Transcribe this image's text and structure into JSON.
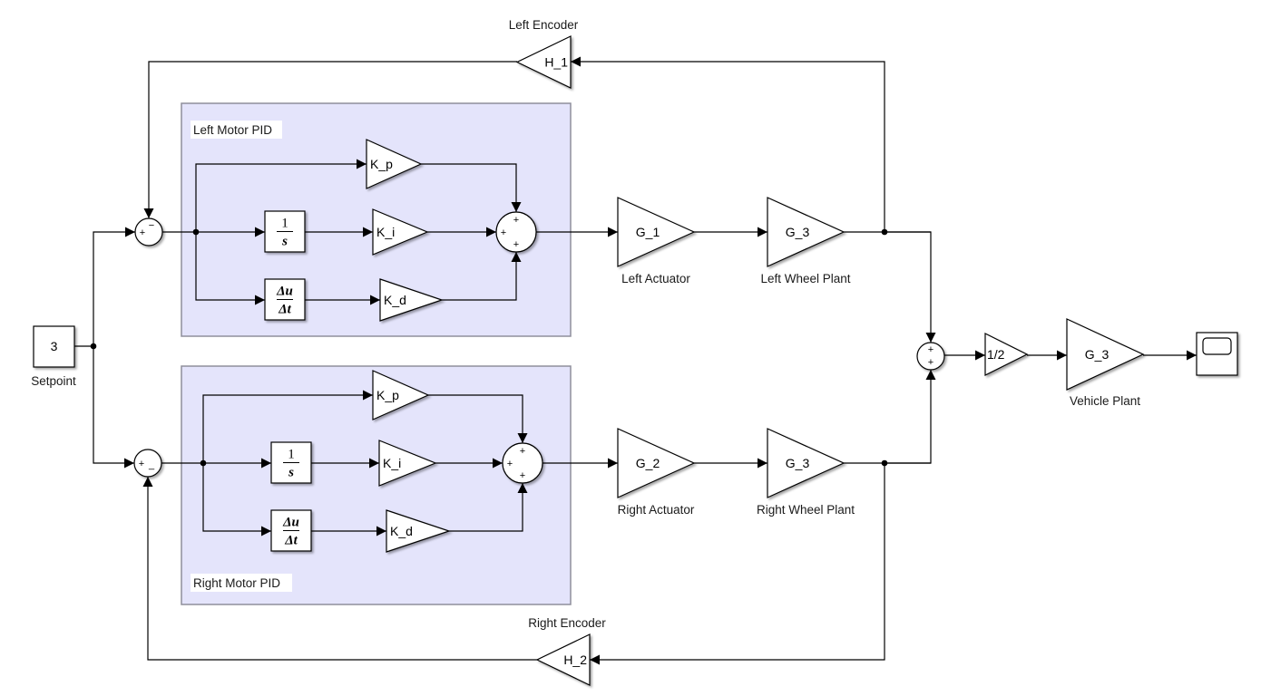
{
  "diagram": {
    "type": "simulink-block-diagram",
    "colors": {
      "area_fill": "#e4e4fb",
      "area_border": "#8f8f9c",
      "wire": "#000000",
      "block_fill": "#ffffff"
    },
    "source": {
      "value": "3",
      "label": "Setpoint"
    },
    "feedback": {
      "left": {
        "gain": "H_1",
        "label": "Left Encoder"
      },
      "right": {
        "gain": "H_2",
        "label": "Right Encoder"
      }
    },
    "error_sums": {
      "left": {
        "signs": [
          "+",
          "−"
        ]
      },
      "right": {
        "signs": [
          "+",
          "_"
        ]
      }
    },
    "pid_areas": [
      {
        "title": "Left Motor PID",
        "kp": "K_p",
        "ki": "K_i",
        "kd": "K_d",
        "integrator": {
          "num": "1",
          "den": "s"
        },
        "derivative": {
          "num": "Δu",
          "den": "Δt"
        },
        "sum_signs": [
          "+",
          "+",
          "+"
        ]
      },
      {
        "title": "Right Motor PID",
        "kp": "K_p",
        "ki": "K_i",
        "kd": "K_d",
        "integrator": {
          "num": "1",
          "den": "s"
        },
        "derivative": {
          "num": "Δu",
          "den": "Δt"
        },
        "sum_signs": [
          "+",
          "+",
          "+"
        ]
      }
    ],
    "chains": {
      "left": [
        {
          "gain": "G_1",
          "label": "Left Actuator"
        },
        {
          "gain": "G_3",
          "label": "Left Wheel Plant"
        }
      ],
      "right": [
        {
          "gain": "G_2",
          "label": "Right Actuator"
        },
        {
          "gain": "G_3",
          "label": "Right Wheel Plant"
        }
      ]
    },
    "combiner": {
      "signs": [
        "+",
        "+"
      ]
    },
    "average_gain": {
      "gain": "1/2"
    },
    "vehicle": {
      "gain": "G_3",
      "label": "Vehicle Plant"
    },
    "sink": {
      "type": "scope"
    }
  }
}
